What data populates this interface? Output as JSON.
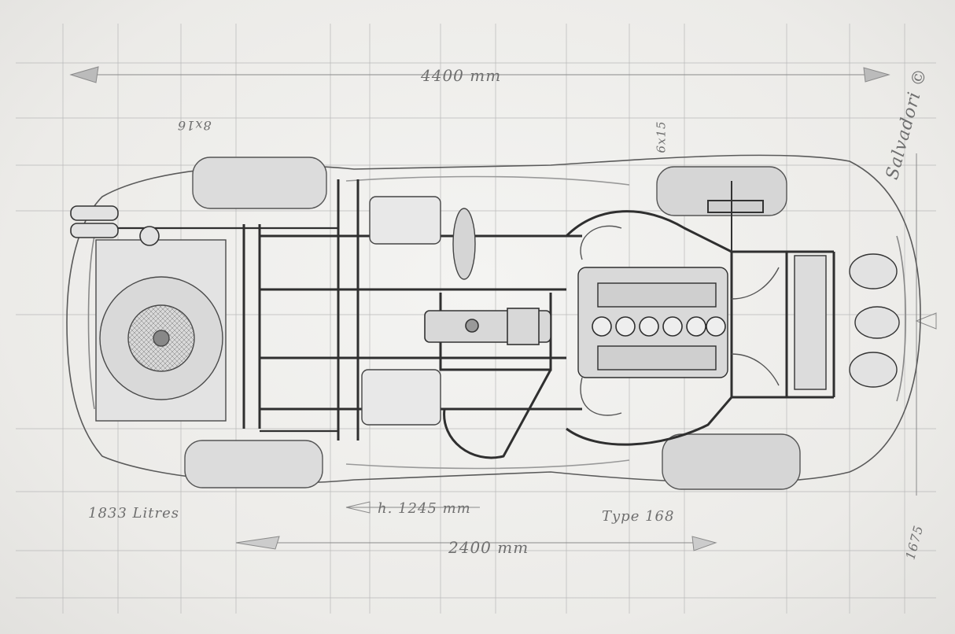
{
  "drawing": {
    "annotations": {
      "length": "4400 mm",
      "wheelbase": "2400 mm",
      "height": "h. 1245 mm",
      "displacement": "1833 Litres",
      "type": "Type 168",
      "front_tyre": "6x15",
      "rear_tyre": "8x16",
      "side_dim": "1675",
      "signature": "Salvadori ©"
    },
    "tone": {
      "paper": "#ededeb",
      "graphite": "#3a3a3a",
      "light_graphite": "#9a9a9a"
    }
  }
}
